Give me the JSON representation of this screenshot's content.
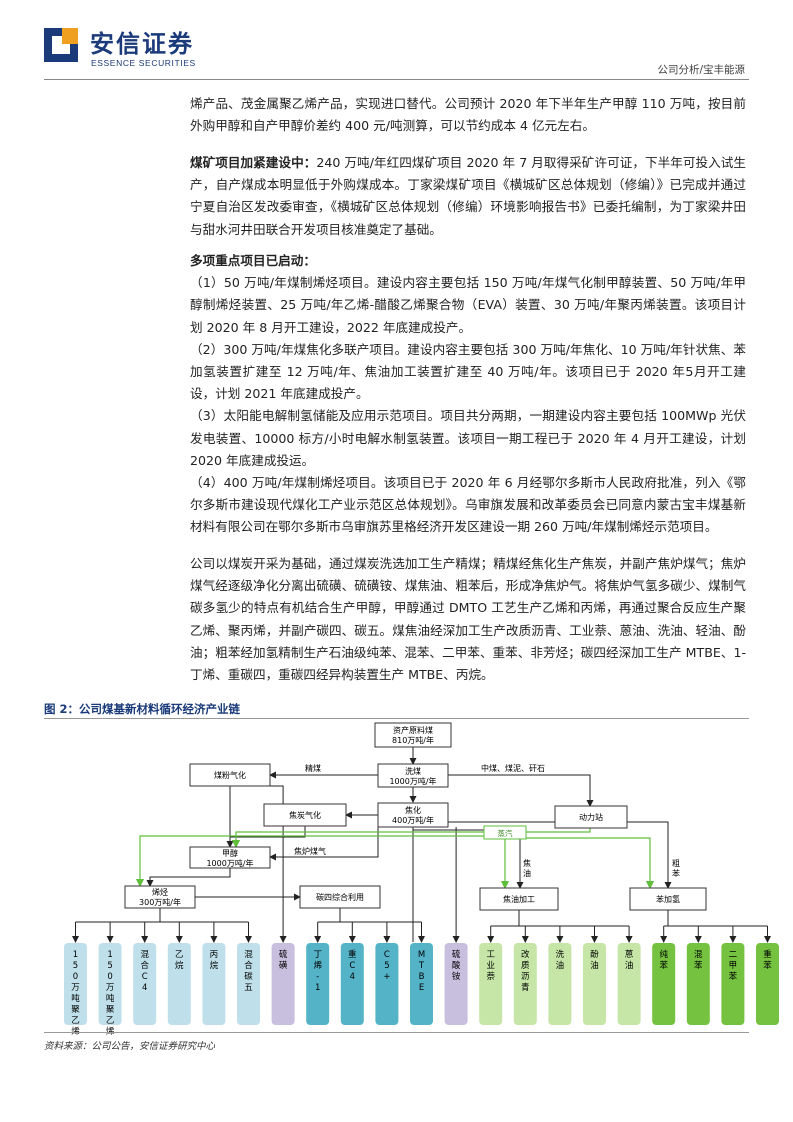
{
  "header": {
    "logo_cn": "安信证券",
    "logo_en": "ESSENCE SECURITIES",
    "right": "公司分析/宝丰能源"
  },
  "body": {
    "p1": "烯产品、茂金属聚乙烯产品，实现进口替代。公司预计 2020 年下半年生产甲醇 110 万吨，按目前外购甲醇和自产甲醇价差约 400 元/吨测算，可以节约成本 4 亿元左右。",
    "p2_lead": "煤矿项目加紧建设中：",
    "p2_rest": "240 万吨/年红四煤矿项目 2020 年 7 月取得采矿许可证，下半年可投入试生产，自产煤成本明显低于外购煤成本。丁家梁煤矿项目《横城矿区总体规划（修编）》已完成并通过宁夏自治区发改委审查，《横城矿区总体规划（修编）环境影响报告书》已委托编制，为丁家梁井田与甜水河井田联合开发项目核准奠定了基础。",
    "p3_lead": "多项重点项目已启动：",
    "items": [
      "（1）50 万吨/年煤制烯烃项目。建设内容主要包括 150 万吨/年煤气化制甲醇装置、50 万吨/年甲醇制烯烃装置、25 万吨/年乙烯-醋酸乙烯聚合物（EVA）装置、30 万吨/年聚丙烯装置。该项目计划 2020 年 8 月开工建设，2022 年底建成投产。",
      "（2）300 万吨/年煤焦化多联产项目。建设内容主要包括 300 万吨/年焦化、10 万吨/年针状焦、苯加氢装置扩建至 12 万吨/年、焦油加工装置扩建至 40 万吨/年。该项目已于 2020 年5月开工建设，计划 2021 年底建成投产。",
      "（3）太阳能电解制氢储能及应用示范项目。项目共分两期，一期建设内容主要包括 100MWp 光伏发电装置、10000 标方/小时电解水制氢装置。该项目一期工程已于 2020 年 4 月开工建设，计划 2020 年底建成投运。",
      "（4）400 万吨/年煤制烯烃项目。该项目已于 2020 年 6 月经鄂尔多斯市人民政府批准，列入《鄂尔多斯市建设现代煤化工产业示范区总体规划》。乌审旗发展和改革委员会已同意内蒙古宝丰煤基新材料有限公司在鄂尔多斯市乌审旗苏里格经济开发区建设一期 260 万吨/年煤制烯烃示范项目。"
    ],
    "p4": "公司以煤炭开采为基础，通过煤炭洗选加工生产精煤；精煤经焦化生产焦炭，并副产焦炉煤气；焦炉煤气经逐级净化分离出硫磺、硫磺铵、煤焦油、粗苯后，形成净焦炉气。将焦炉气氢多碳少、煤制气碳多氢少的特点有机结合生产甲醇，甲醇通过 DMTO 工艺生产乙烯和丙烯，再通过聚合反应生产聚乙烯、聚丙烯，并副产碳四、碳五。煤焦油经深加工生产改质沥青、工业萘、蒽油、洗油、轻油、酚油；粗苯经加氢精制生产石油级纯苯、混苯、二甲苯、重苯、非芳烃；碳四经深加工生产 MTBE、1-丁烯、重碳四，重碳四经异构装置生产 MTBE、丙烷。"
  },
  "figure": {
    "title": "图 2：公司煤基新材料循环经济产业链",
    "source": "资料来源：公司公告，安信证券研究中心",
    "nodes": {
      "coal_l1": "资产原料煤",
      "coal_l2": "810万吨/年",
      "wash_l1": "洗煤",
      "wash_l2": "1000万吨/年",
      "coke_l1": "焦化",
      "coke_l2": "400万吨/年",
      "meoh_l1": "甲醇",
      "meoh_l2": "1000万吨/年",
      "olefin_l1": "烯烃",
      "olefin_l2": "300万吨/年",
      "pulv": "煤粉气化",
      "cokegas": "焦炭气化",
      "power": "动力站",
      "steam": "蒸汽",
      "c4": "碳四综合利用",
      "tar": "焦油加工",
      "benz": "苯加氢"
    },
    "edge_labels": {
      "fine_coal": "精煤",
      "byproducts": "中煤、煤泥、矸石",
      "coke_oven_gas": "焦炉煤气",
      "tar": "焦油",
      "crude_benz": "粗苯"
    },
    "products": [
      {
        "label": "150万吨聚乙烯",
        "color": "#bfe0ea"
      },
      {
        "label": "150万吨聚乙烯",
        "color": "#bfe0ea"
      },
      {
        "label": "混合C4",
        "color": "#bfe0ea"
      },
      {
        "label": "乙烷",
        "color": "#bfe0ea"
      },
      {
        "label": "丙烷",
        "color": "#bfe0ea"
      },
      {
        "label": "混合碳五",
        "color": "#bfe0ea"
      },
      {
        "label": "硫磺",
        "color": "#c8bedd"
      },
      {
        "label": "丁烯-1",
        "color": "#55b3c8"
      },
      {
        "label": "重C4",
        "color": "#55b3c8"
      },
      {
        "label": "C5+",
        "color": "#55b3c8"
      },
      {
        "label": "MTBE",
        "color": "#55b3c8"
      },
      {
        "label": "硫酸铵",
        "color": "#c8bedd"
      },
      {
        "label": "工业萘",
        "color": "#c5e6a6"
      },
      {
        "label": "改质沥青",
        "color": "#c5e6a6"
      },
      {
        "label": "洗油",
        "color": "#c5e6a6"
      },
      {
        "label": "酚油",
        "color": "#c5e6a6"
      },
      {
        "label": "蒽油",
        "color": "#c5e6a6"
      },
      {
        "label": "纯苯",
        "color": "#74c23f"
      },
      {
        "label": "混苯",
        "color": "#74c23f"
      },
      {
        "label": "二甲苯",
        "color": "#74c23f"
      },
      {
        "label": "重苯",
        "color": "#74c23f"
      }
    ]
  }
}
